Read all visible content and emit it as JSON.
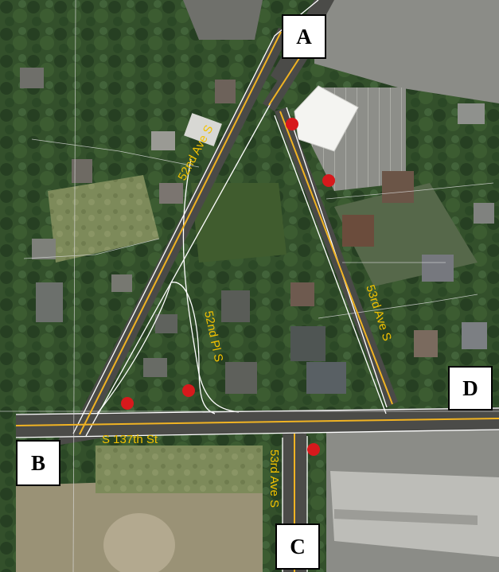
{
  "map": {
    "street_labels": {
      "ave52": "52nd Ave S",
      "pl52": "52nd Pl S",
      "ave53_north": "53rd Ave S",
      "st137": "S 137th St",
      "ave53_south": "53rd Ave S"
    },
    "location_labels": {
      "a": "A",
      "b": "B",
      "c": "C",
      "d": "D"
    },
    "markers": {
      "color": "#d7191c",
      "count": 5
    },
    "colors": {
      "road_centerline": "#f0b323",
      "road_edge": "#ffffff",
      "street_label": "#f2c100",
      "vegetation": "#2f4a26",
      "pavement": "#8e8f8a"
    }
  }
}
